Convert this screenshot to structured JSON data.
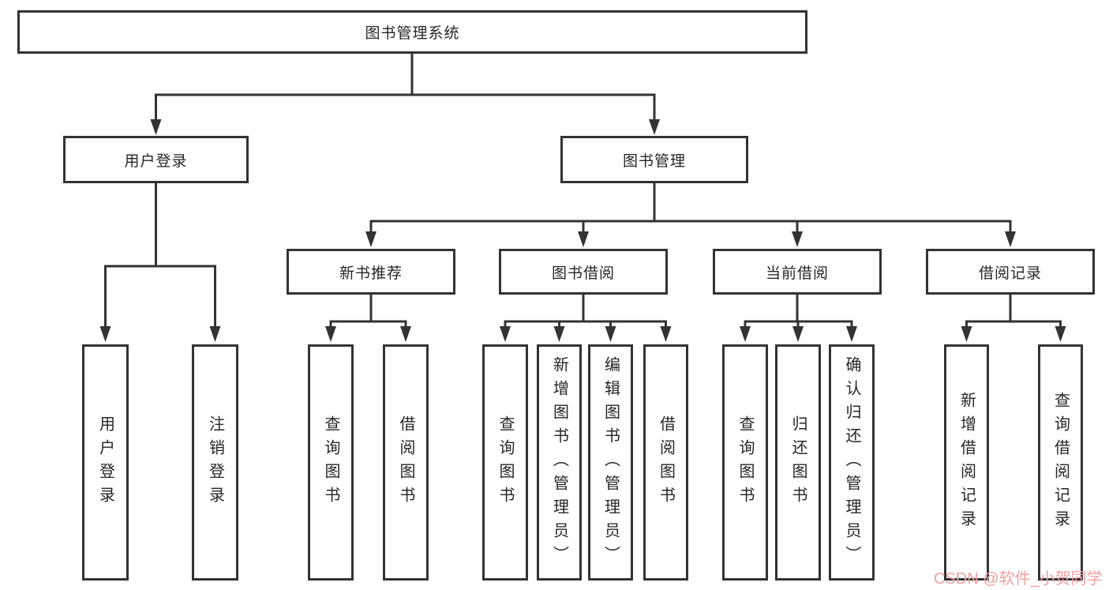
{
  "colors": {
    "border": "#333333",
    "text": "#262626",
    "background": "#ffffff",
    "watermark": "#f0a1a1"
  },
  "watermark": {
    "text": "CSDN @软件_小贺同学"
  },
  "tree": {
    "label": "图书管理系统",
    "children": [
      {
        "label": "用户登录",
        "children": [
          {
            "label": "用户登录"
          },
          {
            "label": "注销登录"
          }
        ]
      },
      {
        "label": "图书管理",
        "children": [
          {
            "label": "新书推荐",
            "children": [
              {
                "label": "查询图书"
              },
              {
                "label": "借阅图书"
              }
            ]
          },
          {
            "label": "图书借阅",
            "children": [
              {
                "label": "查询图书"
              },
              {
                "label": "新增图书（管理员）"
              },
              {
                "label": "编辑图书（管理员）"
              },
              {
                "label": "借阅图书"
              }
            ]
          },
          {
            "label": "当前借阅",
            "children": [
              {
                "label": "查询图书"
              },
              {
                "label": "归还图书"
              },
              {
                "label": "确认归还（管理员）"
              }
            ]
          },
          {
            "label": "借阅记录",
            "children": [
              {
                "label": "新增借阅记录"
              },
              {
                "label": "查询借阅记录"
              }
            ]
          }
        ]
      }
    ]
  }
}
